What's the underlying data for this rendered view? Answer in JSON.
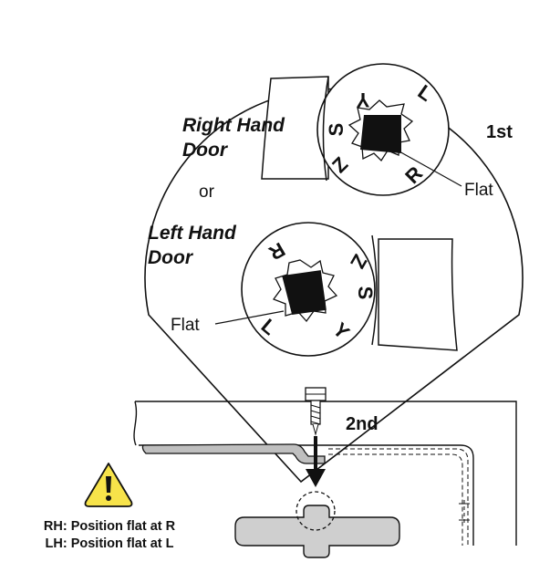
{
  "labels": {
    "right_hand_line1": "Right Hand",
    "right_hand_line2": "Door",
    "or": "or",
    "left_hand_line1": "Left Hand",
    "left_hand_line2": "Door",
    "flat_upper": "Flat",
    "flat_lower": "Flat",
    "step_first": "1st",
    "step_second": "2nd"
  },
  "dial_letters": {
    "upper": {
      "l": "L",
      "y": "Y",
      "s": "S",
      "z": "Z",
      "r": "R"
    },
    "lower": {
      "r": "R",
      "z": "Z",
      "s": "S",
      "y": "Y",
      "l": "L"
    }
  },
  "warning": {
    "icon": "warning-triangle-icon",
    "line1": "RH: Position flat at R",
    "line2": "LH: Position flat at L",
    "color": "#f7e34a"
  }
}
